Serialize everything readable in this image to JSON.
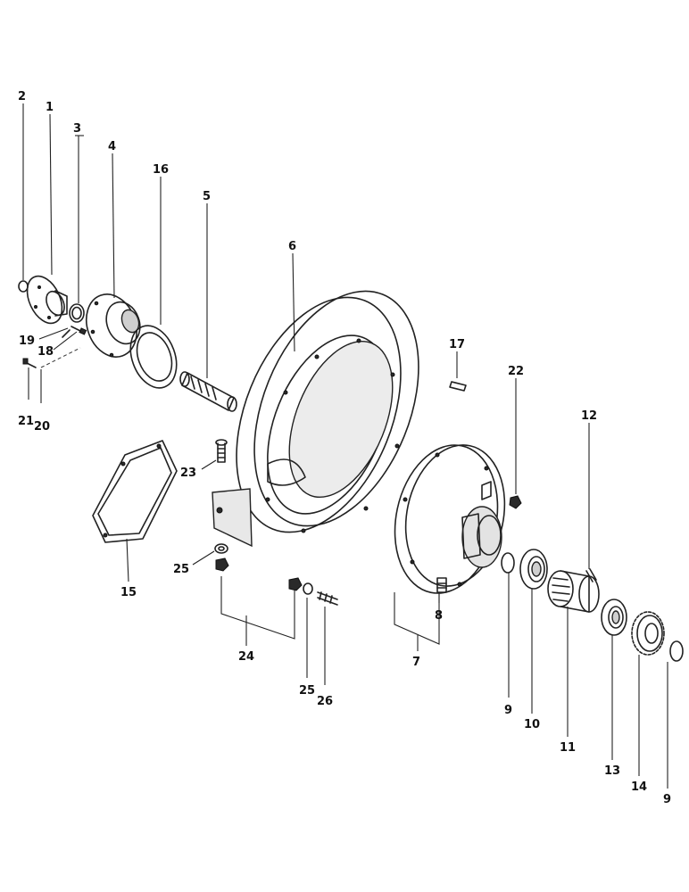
{
  "callouts": {
    "c1": "1",
    "c2": "2",
    "c3": "3",
    "c4": "4",
    "c5": "5",
    "c6": "6",
    "c7": "7",
    "c8": "8",
    "c9a": "9",
    "c9b": "9",
    "c10": "10",
    "c11": "11",
    "c12": "12",
    "c13": "13",
    "c14": "14",
    "c15": "15",
    "c16": "16",
    "c17": "17",
    "c18": "18",
    "c19": "19",
    "c20": "20",
    "c21": "21",
    "c22": "22",
    "c23": "23",
    "c24": "24",
    "c25a": "25",
    "c25b": "25",
    "c26": "26"
  }
}
